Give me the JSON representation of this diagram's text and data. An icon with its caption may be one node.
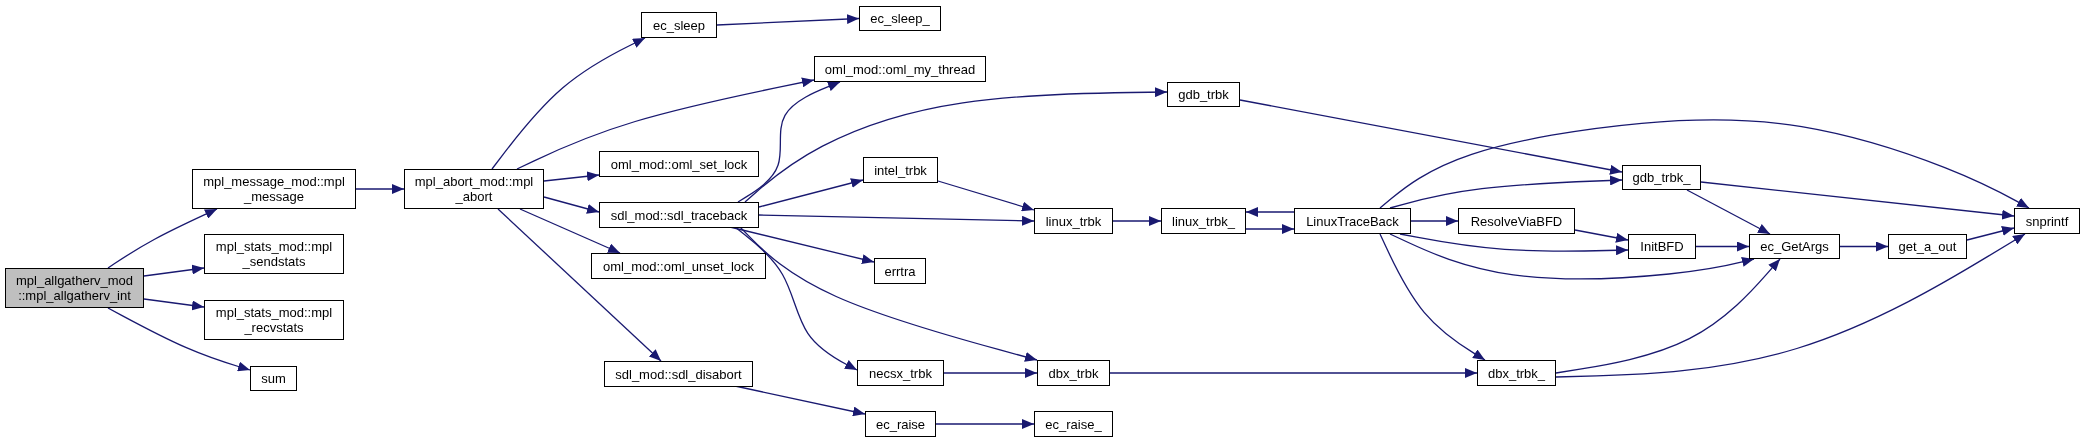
{
  "diagram": {
    "nodes": [
      {
        "text": [
          "mpl_allgatherv_mod ::mpl_allgatherv_int"
        ]
      },
      {
        "text": [
          "mpl_message_mod::mpl _message"
        ]
      },
      {
        "text": [
          "mpl_stats_mod::mpl _sendstats"
        ]
      },
      {
        "text": [
          "mpl_stats_mod::mpl _recvstats"
        ]
      },
      {
        "text": [
          "sum"
        ]
      },
      {
        "text": [
          "mpl_abort_mod::mpl _abort"
        ]
      },
      {
        "text": [
          "ec_sleep"
        ]
      },
      {
        "text": [
          "ec_sleep_"
        ]
      },
      {
        "text": [
          "oml_mod::oml_my_thread"
        ]
      },
      {
        "text": [
          "oml_mod::oml_set_lock"
        ]
      },
      {
        "text": [
          "sdl_mod::sdl_traceback"
        ]
      },
      {
        "text": [
          "oml_mod::oml_unset_lock"
        ]
      },
      {
        "text": [
          "sdl_mod::sdl_disabort"
        ]
      },
      {
        "text": [
          "gdb_trbk"
        ]
      },
      {
        "text": [
          "intel_trbk"
        ]
      },
      {
        "text": [
          "linux_trbk"
        ]
      },
      {
        "text": [
          "linux_trbk_"
        ]
      },
      {
        "text": [
          "LinuxTraceBack"
        ]
      },
      {
        "text": [
          "errtra"
        ]
      },
      {
        "text": [
          "necsx_trbk"
        ]
      },
      {
        "text": [
          "dbx_trbk"
        ]
      },
      {
        "text": [
          "ec_raise"
        ]
      },
      {
        "text": [
          "ec_raise_"
        ]
      },
      {
        "text": [
          "gdb_trbk_"
        ]
      },
      {
        "text": [
          "ResolveViaBFD"
        ]
      },
      {
        "text": [
          "InitBFD"
        ]
      },
      {
        "text": [
          "ec_GetArgs"
        ]
      },
      {
        "text": [
          "get_a_out"
        ]
      },
      {
        "text": [
          "snprintf"
        ]
      },
      {
        "text": [
          "dbx_trbk_"
        ]
      }
    ],
    "edges": [
      {
        "from": 0,
        "to": 1,
        "arrow": "to"
      },
      {
        "from": 0,
        "to": 2,
        "arrow": "to"
      },
      {
        "from": 0,
        "to": 3,
        "arrow": "to"
      },
      {
        "from": 0,
        "to": 4,
        "arrow": "to"
      },
      {
        "from": 1,
        "to": 5,
        "arrow": "to"
      },
      {
        "from": 5,
        "to": 6,
        "arrow": "to"
      },
      {
        "from": 5,
        "to": 8,
        "arrow": "to"
      },
      {
        "from": 5,
        "to": 9,
        "arrow": "to"
      },
      {
        "from": 5,
        "to": 10,
        "arrow": "to"
      },
      {
        "from": 5,
        "to": 11,
        "arrow": "to"
      },
      {
        "from": 5,
        "to": 12,
        "arrow": "to"
      },
      {
        "from": 6,
        "to": 7,
        "arrow": "to"
      },
      {
        "from": 10,
        "to": 8,
        "arrow": "to"
      },
      {
        "from": 10,
        "to": 13,
        "arrow": "to"
      },
      {
        "from": 10,
        "to": 14,
        "arrow": "to"
      },
      {
        "from": 10,
        "to": 15,
        "arrow": "to"
      },
      {
        "from": 10,
        "to": 18,
        "arrow": "to"
      },
      {
        "from": 10,
        "to": 19,
        "arrow": "to"
      },
      {
        "from": 10,
        "to": 20,
        "arrow": "to"
      },
      {
        "from": 12,
        "to": 21,
        "arrow": "to"
      },
      {
        "from": 21,
        "to": 22,
        "arrow": "to"
      },
      {
        "from": 13,
        "to": 23,
        "arrow": "to"
      },
      {
        "from": 14,
        "to": 15,
        "arrow": "to"
      },
      {
        "from": 15,
        "to": 16,
        "arrow": "to"
      },
      {
        "from": 16,
        "to": 17,
        "arrow": "to"
      },
      {
        "from": 17,
        "to": 16,
        "arrow": "to"
      },
      {
        "from": 17,
        "to": 23,
        "arrow": "to"
      },
      {
        "from": 17,
        "to": 24,
        "arrow": "to"
      },
      {
        "from": 17,
        "to": 25,
        "arrow": "to"
      },
      {
        "from": 17,
        "to": 26,
        "arrow": "to"
      },
      {
        "from": 17,
        "to": 28,
        "arrow": "to"
      },
      {
        "from": 17,
        "to": 29,
        "arrow": "to"
      },
      {
        "from": 19,
        "to": 20,
        "arrow": "to"
      },
      {
        "from": 20,
        "to": 29,
        "arrow": "to"
      },
      {
        "from": 23,
        "to": 26,
        "arrow": "to"
      },
      {
        "from": 23,
        "to": 28,
        "arrow": "to"
      },
      {
        "from": 24,
        "to": 25,
        "arrow": "to"
      },
      {
        "from": 25,
        "to": 26,
        "arrow": "to"
      },
      {
        "from": 26,
        "to": 27,
        "arrow": "to"
      },
      {
        "from": 27,
        "to": 28,
        "arrow": "to"
      },
      {
        "from": 29,
        "to": 26,
        "arrow": "to"
      },
      {
        "from": 29,
        "to": 28,
        "arrow": "to"
      }
    ]
  }
}
